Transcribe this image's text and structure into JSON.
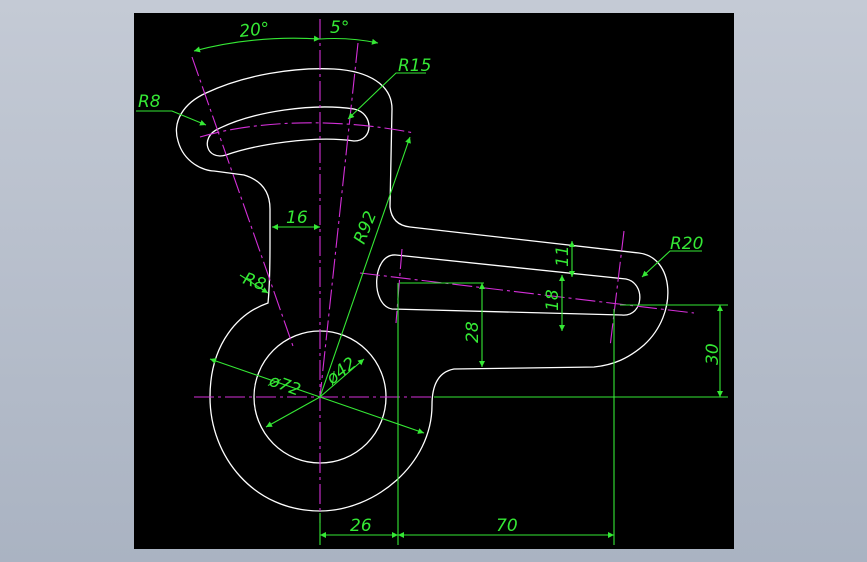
{
  "colors": {
    "outline": "#ffffff",
    "center_line": "#d42fd8",
    "dimension": "#35e835",
    "canvas": "#000000"
  },
  "labels": {
    "angle_20": "20°",
    "angle_5": "5°",
    "r15": "R15",
    "r8_top": "R8",
    "r8_mid": "R8",
    "r92": "R92",
    "r20": "R20",
    "d16": "16",
    "d11": "11",
    "d18": "18",
    "d28": "28",
    "d30": "30",
    "d26": "26",
    "d70": "70",
    "dia72": "ø72",
    "dia42": "ø42"
  }
}
